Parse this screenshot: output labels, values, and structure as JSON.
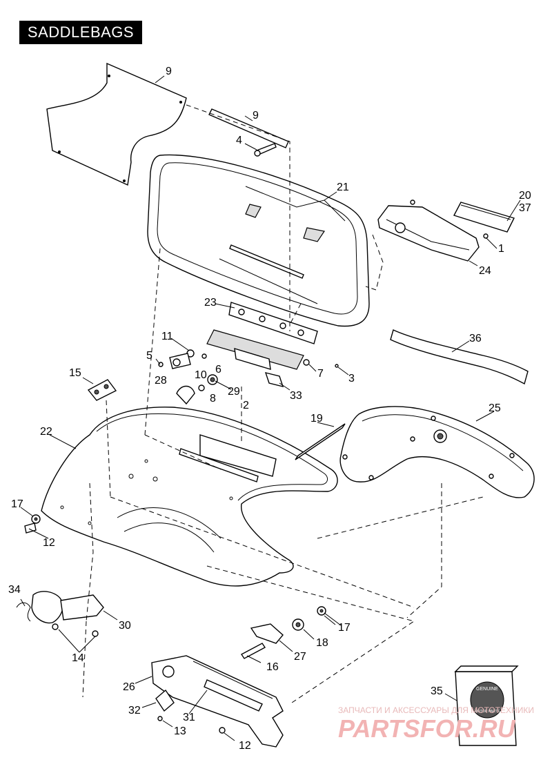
{
  "title": "SADDLEBAGS",
  "callouts": {
    "c1": "1",
    "c2": "2",
    "c3": "3",
    "c4": "4",
    "c5": "5",
    "c6": "6",
    "c7": "7",
    "c8": "8",
    "c9a": "9",
    "c9b": "9",
    "c10": "10",
    "c11": "11",
    "c12a": "12",
    "c12b": "12",
    "c13": "13",
    "c14": "14",
    "c15": "15",
    "c16": "16",
    "c17a": "17",
    "c17b": "17",
    "c18": "18",
    "c19": "19",
    "c20": "20",
    "c21": "21",
    "c22": "22",
    "c23": "23",
    "c24": "24",
    "c25": "25",
    "c26": "26",
    "c27": "27",
    "c28": "28",
    "c29": "29",
    "c30": "30",
    "c31": "31",
    "c32": "32",
    "c33": "33",
    "c34": "34",
    "c35": "35",
    "c36": "36",
    "c37": "37"
  },
  "watermark": {
    "line1": "ЗАПЧАСТИ И АКСЕССУАРЫ ДЛЯ МОТОТЕХНИКИ",
    "line2": "PARTSFOR.RU"
  },
  "logo_text": {
    "top": "GENUINE",
    "bottom": "MOTOR PARTS"
  }
}
